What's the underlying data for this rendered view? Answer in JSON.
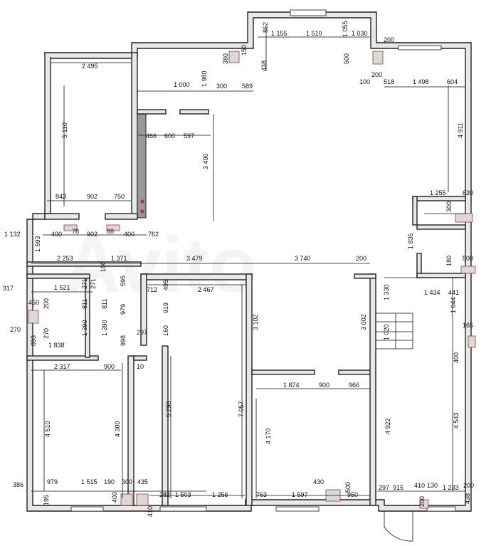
{
  "plan": {
    "labels": {
      "t852": "852",
      "t1155": "1 155",
      "t1510": "1 510",
      "t1055": "1 055",
      "t1030": "1 030",
      "t200a": "200",
      "t380": "380",
      "t150": "150",
      "t438a": "438",
      "t500a": "500",
      "t200b": "200",
      "t100a": "100",
      "t518": "518",
      "t1498": "1 498",
      "t604": "604",
      "t2495": "2 495",
      "t1000": "1 000",
      "t1980": "1 980",
      "t300a": "300",
      "t589": "589",
      "t4911": "4 911",
      "t5110": "5 110",
      "t466": "466",
      "t600": "600",
      "t597": "597",
      "t3490": "3 490",
      "t843": "843",
      "t902a": "902",
      "t750": "750",
      "t1255": "1 255",
      "t620": "620",
      "t300b": "300",
      "t1132": "1 132",
      "t400a": "400",
      "t78": "78",
      "t902b": "902",
      "t88": "88",
      "t400b": "400",
      "t762": "762",
      "t1835": "1 835",
      "t1593": "1 593",
      "t2253": "2 253",
      "t1371": "1 371",
      "t3479": "3 479",
      "t3740": "3 740",
      "t200c": "200",
      "t100b": "100",
      "t180": "180",
      "t500b": "500",
      "t317": "317",
      "t1521": "1 521",
      "t271a": "271",
      "t271b": "271",
      "t595": "595",
      "t712": "712",
      "t495": "495",
      "t2467": "2 467",
      "t1330": "1 330",
      "t1434": "1 434",
      "t441": "441",
      "t1644": "1 644",
      "t450": "450",
      "t200d": "200",
      "t811a": "811",
      "t811b": "811",
      "t979a": "979",
      "t919": "919",
      "t3102": "3 102",
      "t3002": "3 002",
      "t165": "165",
      "t270a": "270",
      "t270b": "270",
      "t1390a": "1 390",
      "t1390b": "1 390",
      "t160": "160",
      "t297a": "297",
      "t998": "998",
      "t893": "893",
      "t1838": "1 838",
      "t1020": "1 020",
      "t400c": "400",
      "t2317": "2 317",
      "t900a": "900",
      "t10": "10",
      "t1874": "1 874",
      "t900b": "900",
      "t966": "966",
      "t5298": "5 298",
      "t7057": "7 057",
      "t4510": "4 510",
      "t4300": "4 300",
      "t4170": "4 170",
      "t4922": "4 922",
      "t4543": "4 543",
      "t386": "386",
      "t979b": "979",
      "t1515": "1 515",
      "t190": "190",
      "t300c": "300",
      "t435": "435",
      "t430": "430",
      "t500c": "500",
      "t297b": "297",
      "t915": "915",
      "t410": "410",
      "t130": "130",
      "t1233": "1 233",
      "t200e": "200",
      "t195": "195",
      "t400d": "400",
      "t282": "282",
      "t1503": "1 503",
      "t1256": "1 256",
      "t763": "763",
      "t1597": "1 597",
      "t950": "950",
      "t438b": "438",
      "t410b": "410",
      "t200f": "200"
    },
    "watermark": "Avito"
  }
}
